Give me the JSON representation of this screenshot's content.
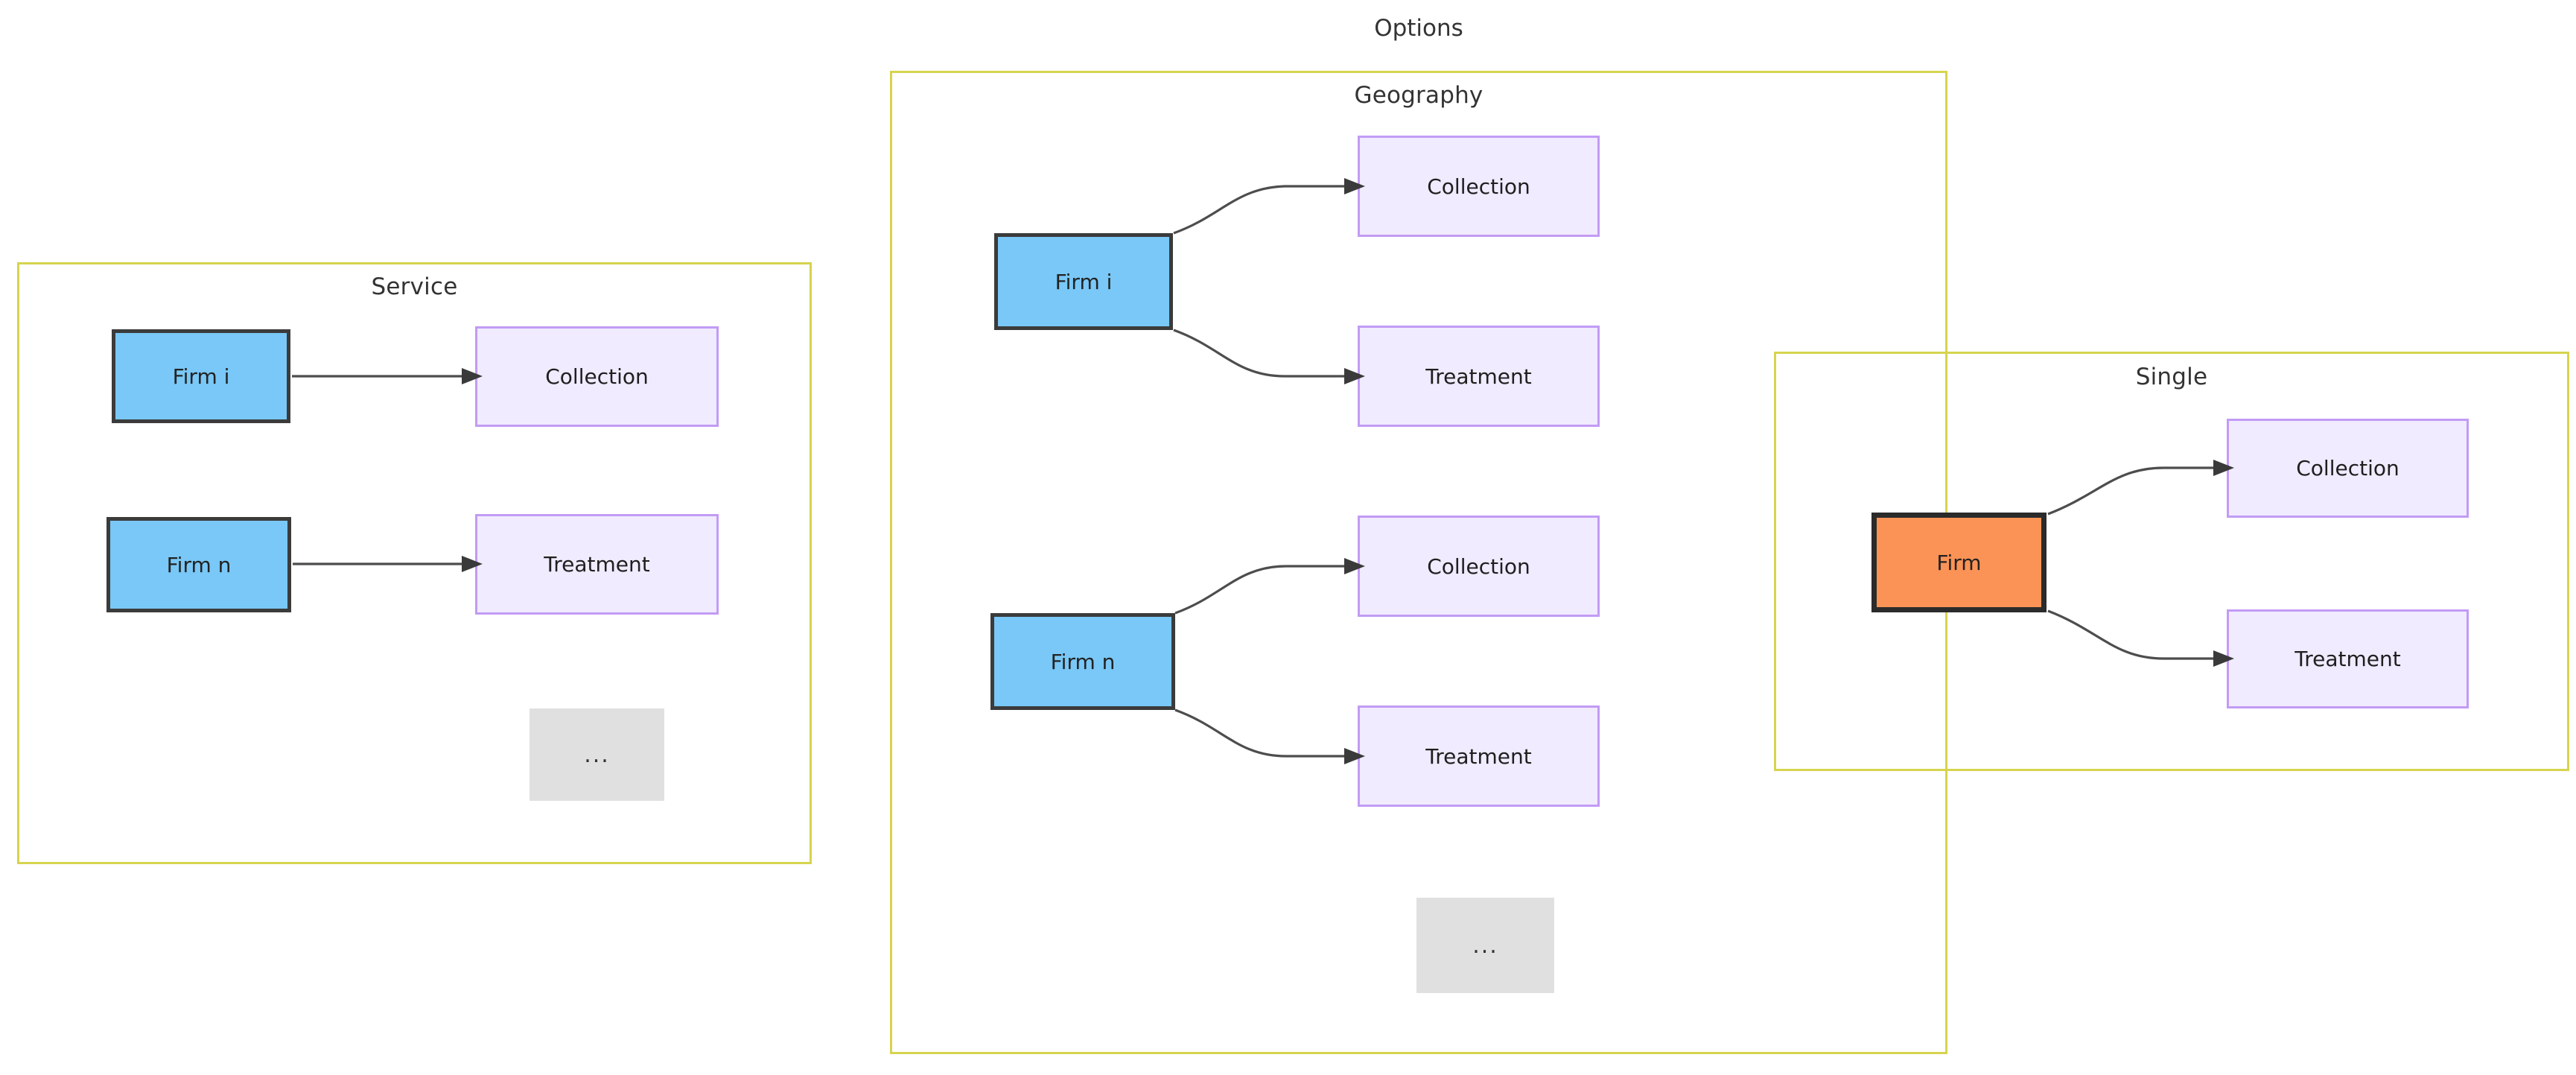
{
  "diagram": {
    "top_caption": "Options",
    "accent_border_color": "#d6d44e",
    "firm_fill_color": "#79c8f7",
    "firm_single_fill_color": "#fb9356",
    "action_fill_color": "#f0ebfe",
    "action_border_color": "#c29bf5",
    "ellipsis_fill_color": "#e0e0e0",
    "edge_color": "#4d4d4d"
  },
  "panels": [
    {
      "id": "service",
      "title": "Service",
      "nodes": {
        "firm_i": "Firm i",
        "firm_n": "Firm n",
        "collection": "Collection",
        "treatment": "Treatment",
        "ellipsis": "..."
      }
    },
    {
      "id": "geography",
      "title": "Geography",
      "nodes": {
        "firm_i": "Firm i",
        "firm_n": "Firm n",
        "collection_i": "Collection",
        "treatment_i": "Treatment",
        "collection_n": "Collection",
        "treatment_n": "Treatment",
        "ellipsis": "..."
      }
    },
    {
      "id": "single",
      "title": "Single",
      "nodes": {
        "firm": "Firm",
        "collection": "Collection",
        "treatment": "Treatment"
      }
    }
  ]
}
